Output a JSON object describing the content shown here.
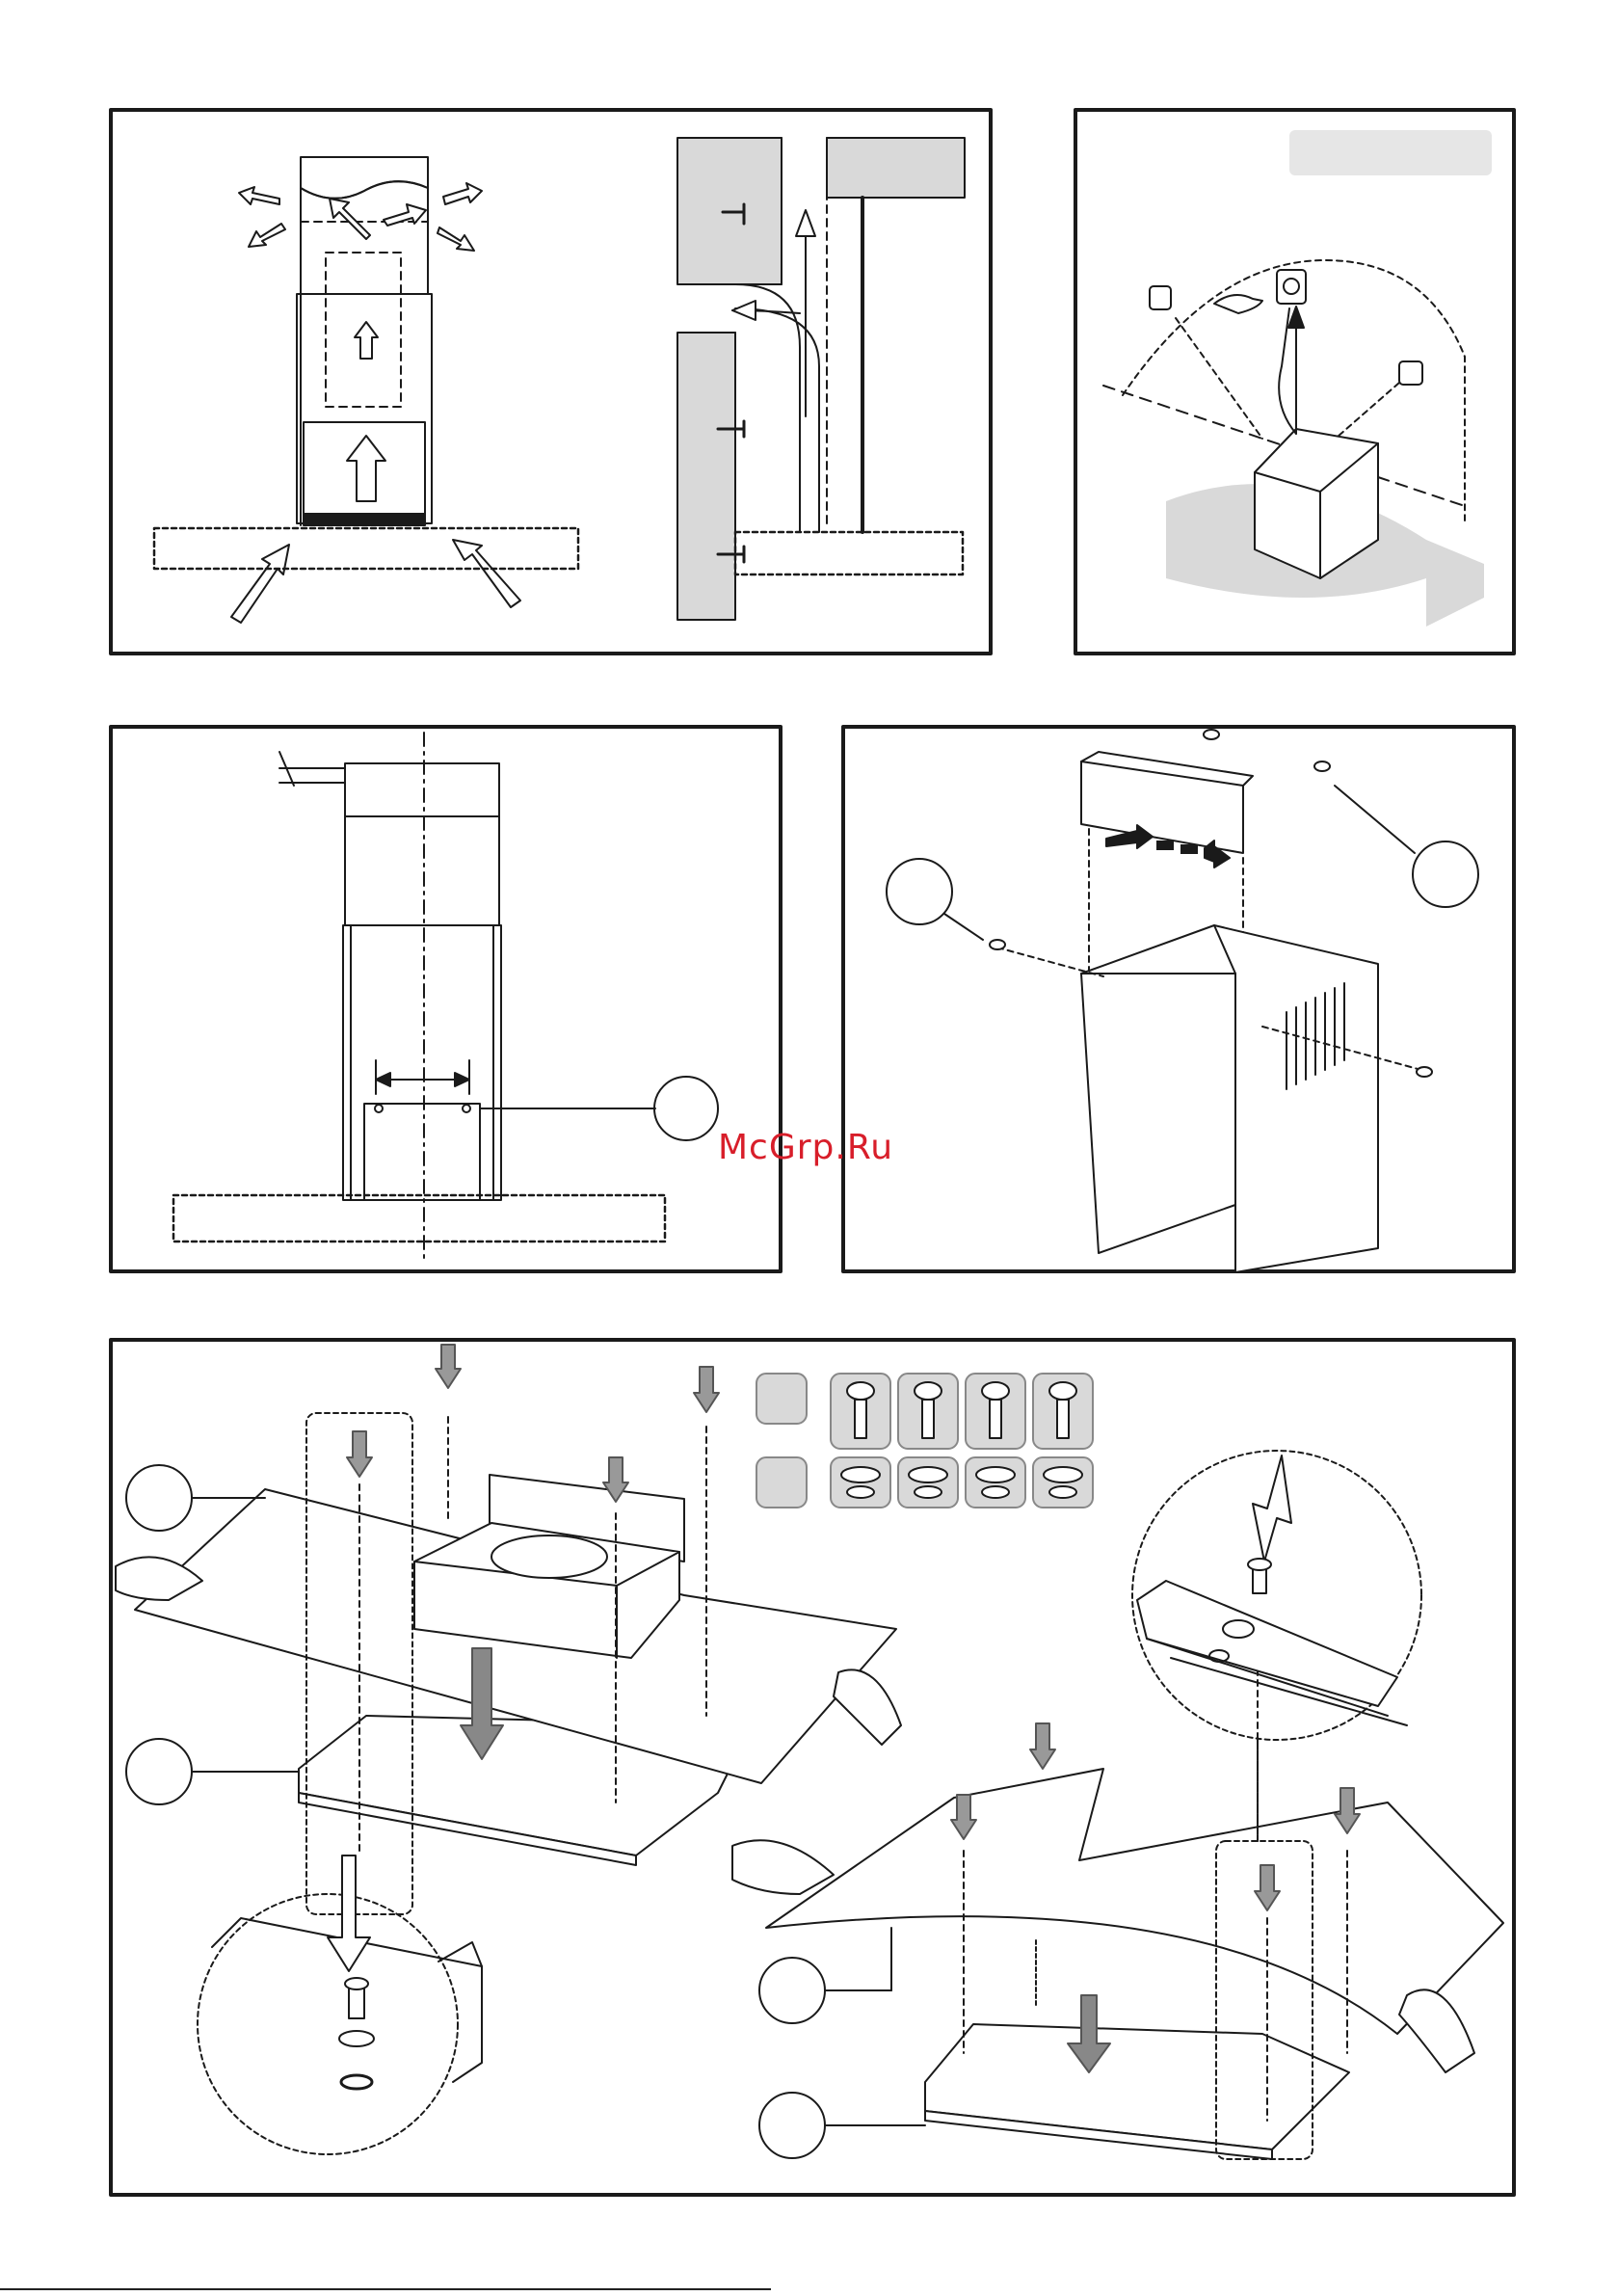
{
  "watermark": {
    "text": "McGrp.Ru"
  },
  "colors": {
    "line": "#1a1a1a",
    "wall": "#d9d9d9",
    "label_box": "#e6e6e6",
    "watermark": "#d81e2a"
  },
  "panels": [
    {
      "id": "air-flow-diagram",
      "kind": "diagram"
    },
    {
      "id": "electrical-connection",
      "kind": "diagram"
    },
    {
      "id": "bracket-positioning",
      "kind": "diagram"
    },
    {
      "id": "chimney-bracket-fixing",
      "kind": "diagram"
    },
    {
      "id": "glass-panel-assembly",
      "kind": "diagram"
    }
  ],
  "parts_kit": [
    {
      "row": "screws",
      "count": 4,
      "icon": "screw-icon"
    },
    {
      "row": "washers",
      "count": 4,
      "icon": "washer-icon"
    }
  ]
}
